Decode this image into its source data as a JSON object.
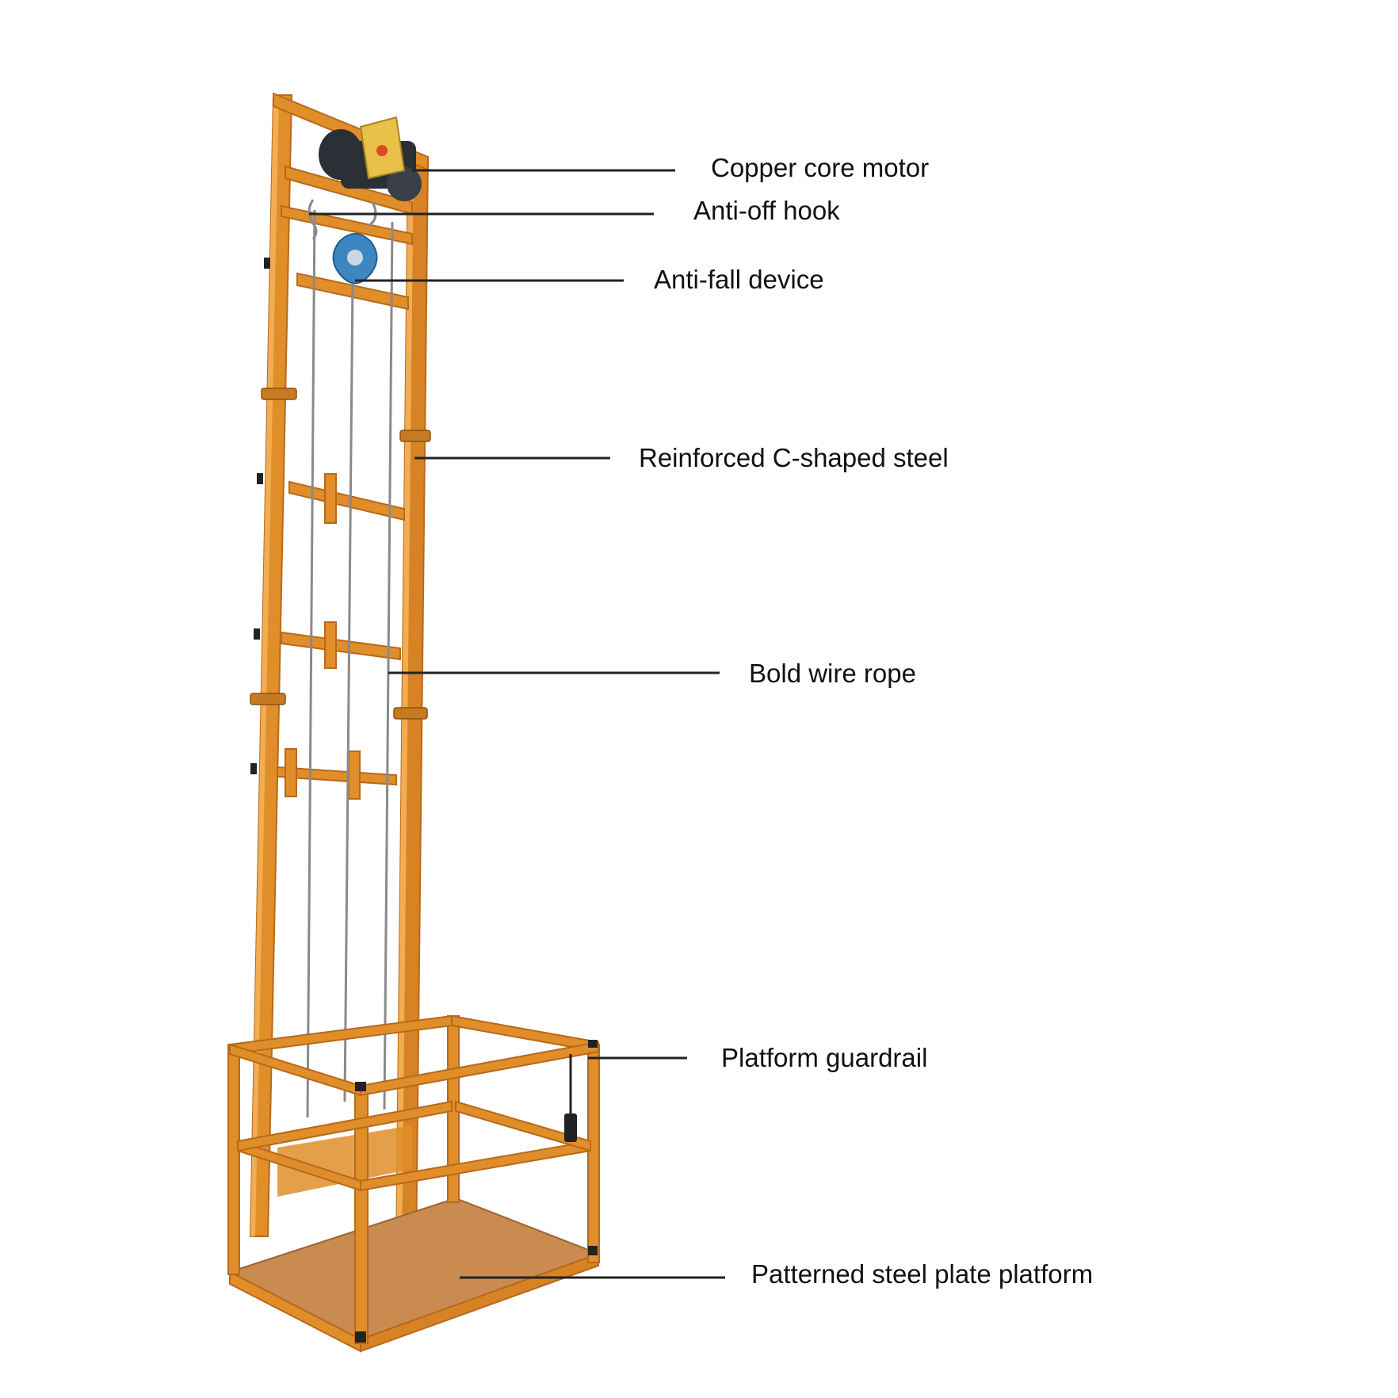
{
  "colors": {
    "frame": "#e08e2a",
    "frame_dark": "#b8691a",
    "frame_light": "#f2ad52",
    "floor": "#c98b4f",
    "motor_body": "#2b2f36",
    "control_box": "#e8c04a",
    "anti_fall_device": "#3d86c2",
    "wire": "#8a8a8a",
    "leader": "#222222",
    "text": "#111111"
  },
  "callouts": [
    {
      "id": "copper-core-motor",
      "text": "Copper core motor"
    },
    {
      "id": "anti-off-hook",
      "text": "Anti-off hook"
    },
    {
      "id": "anti-fall-device",
      "text": "Anti-fall device"
    },
    {
      "id": "reinforced-c-shaped-steel",
      "text": "Reinforced C-shaped steel"
    },
    {
      "id": "bold-wire-rope",
      "text": "Bold wire rope"
    },
    {
      "id": "platform-guardrail",
      "text": "Platform guardrail"
    },
    {
      "id": "patterned-steel-plate-platform",
      "text": "Patterned steel plate platform"
    }
  ]
}
